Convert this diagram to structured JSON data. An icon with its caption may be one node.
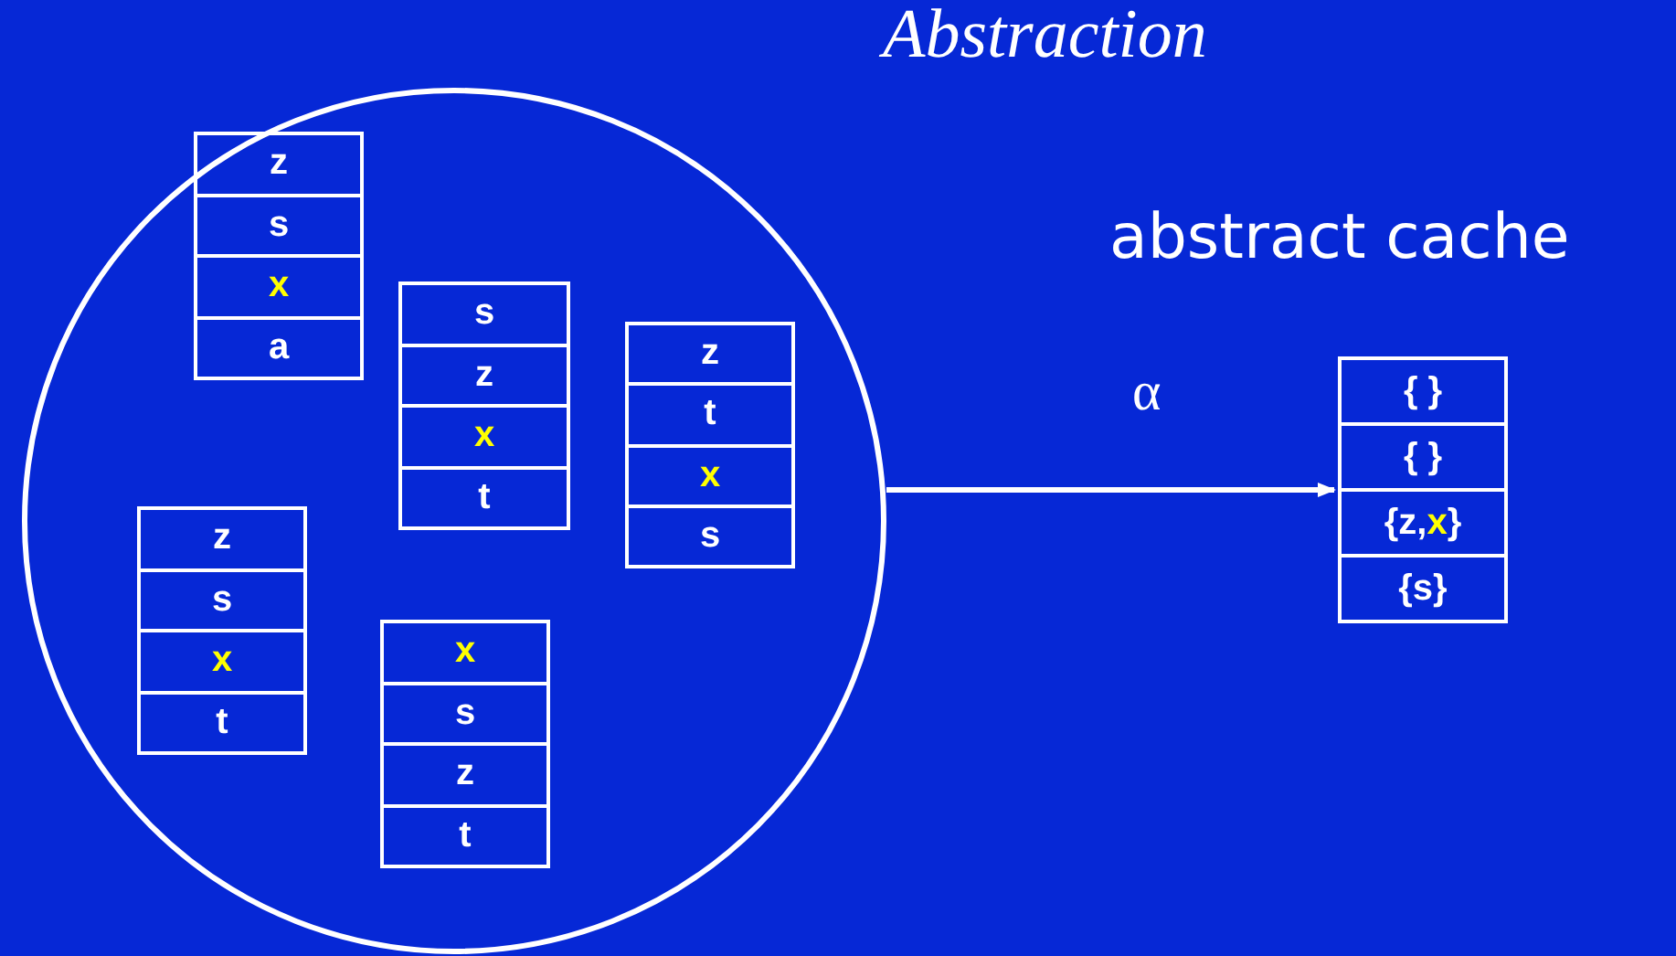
{
  "diagram": {
    "title": "Abstraction",
    "nodes": [
      {
        "text": [],
        "shape": "circle"
      },
      {
        "text": [
          "z",
          "s",
          "*x*",
          "a"
        ],
        "in": 0
      },
      {
        "text": [
          "s",
          "z",
          "*x*",
          "t"
        ],
        "in": 0
      },
      {
        "text": [
          "z",
          "t",
          "*x*",
          "s"
        ],
        "in": 0
      },
      {
        "text": [
          "z",
          "s",
          "*x*",
          "t"
        ],
        "in": 0
      },
      {
        "text": [
          "*x*",
          "s",
          "z",
          "t"
        ],
        "in": 0
      },
      {
        "text": [
          "{ }",
          "{ }",
          "{z,*x*}",
          "{s}"
        ],
        "beside": [
          "abstract cache"
        ]
      }
    ],
    "edges": [
      {
        "from": 0,
        "to": 6,
        "arrow": "to",
        "label": "α"
      }
    ]
  }
}
